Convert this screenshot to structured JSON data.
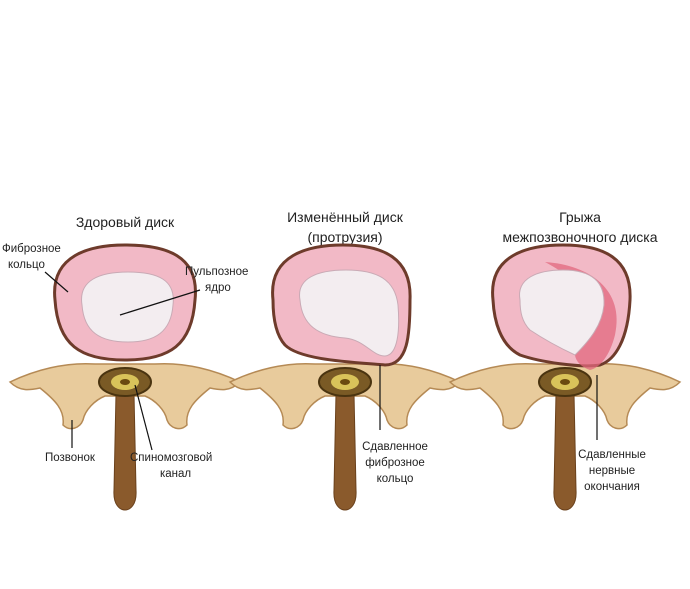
{
  "panels": [
    {
      "title_lines": [
        "Здоровый диск"
      ]
    },
    {
      "title_lines": [
        "Изменённый диск",
        "(протрузия)"
      ]
    },
    {
      "title_lines": [
        "Грыжа",
        "межпозвоночного диска"
      ]
    }
  ],
  "labels": {
    "annulus": [
      "Фиброзное",
      "кольцо"
    ],
    "nucleus": [
      "Пульпозное",
      "ядро"
    ],
    "vertebra": "Позвонок",
    "spinal_canal": [
      "Спиномозговой",
      "канал"
    ],
    "compressed_annulus": [
      "Сдавленное",
      "фиброзное",
      "кольцо"
    ],
    "compressed_nerves": [
      "Сдавленные",
      "нервные",
      "окончания"
    ]
  },
  "colors": {
    "disk": "#f2b9c6",
    "rim": "#6e3b2b",
    "nucleus": "#f3edf0",
    "bone": "#e8cb9c",
    "bone_dark": "#8a5a2c",
    "herniation": "#e2687e"
  }
}
